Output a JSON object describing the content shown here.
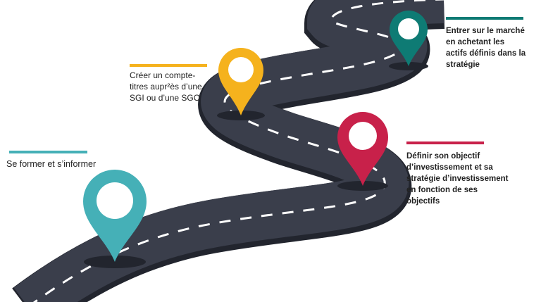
{
  "steps": [
    {
      "lines": [
        "Se former et s’informer"
      ],
      "color": "#45b0b7",
      "pin_icon": "map-pin-icon"
    },
    {
      "lines": [
        "Créer un compte-",
        "titres aupr²ès d’une",
        "SGI ou d’une SGO"
      ],
      "color": "#f5b21d",
      "pin_icon": "map-pin-icon"
    },
    {
      "lines": [
        "Définir son objectif",
        "d’investissement et sa",
        "stratégie d’investissement",
        "en fonction de ses",
        "objectifs"
      ],
      "color": "#c8214a",
      "pin_icon": "map-pin-icon"
    },
    {
      "lines": [
        "Entrer sur le marché",
        "en achetant les",
        "actifs définis dans la",
        "stratégie"
      ],
      "color": "#0e7b74",
      "pin_icon": "map-pin-icon"
    }
  ],
  "road_color": "#3a3e4b",
  "road_edge_color": "#22252e",
  "lane_color": "#ffffff"
}
